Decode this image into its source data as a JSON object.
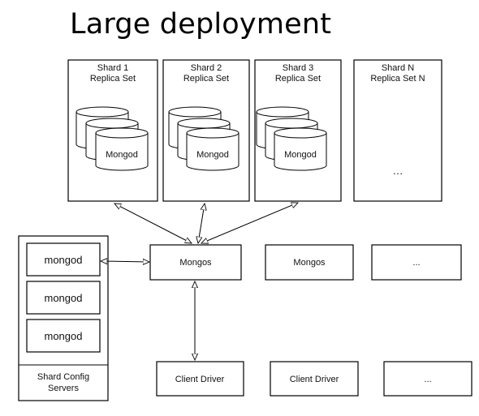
{
  "title": "Large deployment",
  "shards": [
    {
      "line1": "Shard 1",
      "line2": "Replica Set",
      "db_label": "Mongod"
    },
    {
      "line1": "Shard 2",
      "line2": "Replica Set",
      "db_label": "Mongod"
    },
    {
      "line1": "Shard 3",
      "line2": "Replica Set",
      "db_label": "Mongod"
    },
    {
      "line1": "Shard N",
      "line2": "Replica Set N",
      "ellipsis": "…"
    }
  ],
  "config": {
    "mongods": [
      "mongod",
      "mongod",
      "mongod"
    ],
    "label_line1": "Shard Config",
    "label_line2": "Servers"
  },
  "routers": [
    "Mongos",
    "Mongos",
    "..."
  ],
  "clients": [
    "Client Driver",
    "Client Driver",
    "..."
  ],
  "colors": {
    "stroke": "#000000",
    "fill": "#ffffff"
  }
}
